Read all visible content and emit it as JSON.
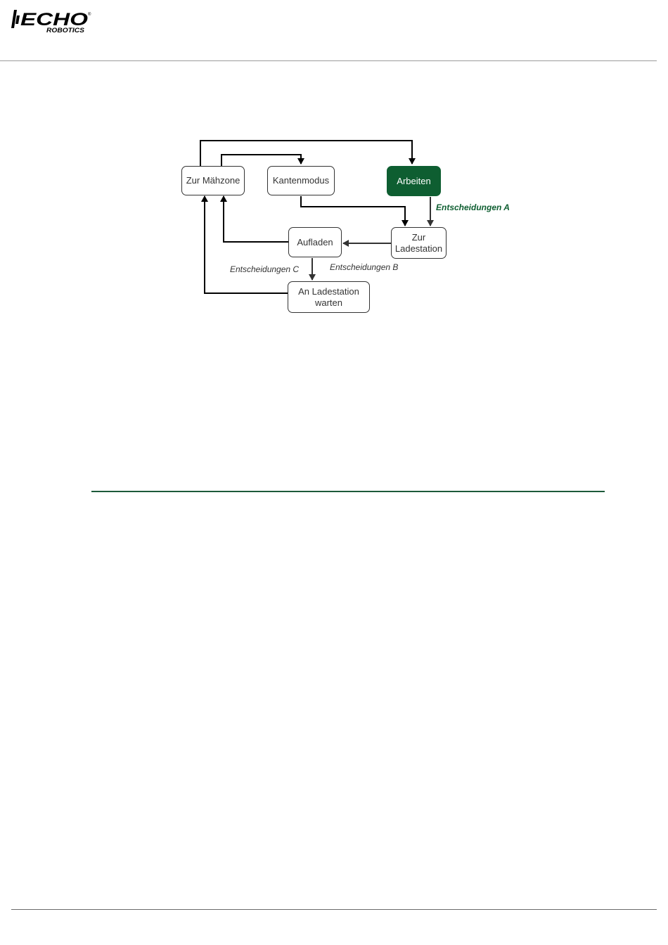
{
  "logo": {
    "wordmark": "ECHO",
    "subtitle": "ROBOTICS",
    "registered": "®"
  },
  "diagram": {
    "nodes": {
      "mowzone": "Zur Mähzone",
      "edge_mode": "Kantenmodus",
      "working": "Arbeiten",
      "to_station": "Zur\nLadestation",
      "charging": "Aufladen",
      "wait_station": "An Ladestation\nwarten"
    },
    "labels": {
      "decisions_a": "Entscheidungen A",
      "decisions_b": "Entscheidungen B",
      "decisions_c": "Entscheidungen C"
    },
    "colors": {
      "active": "#0e5e31",
      "line": "#000000",
      "border": "#333333"
    }
  }
}
